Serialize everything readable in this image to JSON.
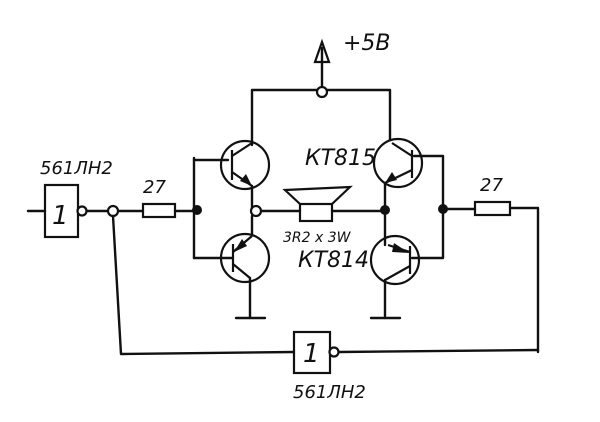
{
  "diagram": {
    "title": "Push-pull speaker driver schematic",
    "supply": {
      "label": "+5В"
    },
    "gates": [
      {
        "id": "gate-left",
        "symbol": "1",
        "part": "561ЛН2"
      },
      {
        "id": "gate-bottom",
        "symbol": "1",
        "part": "561ЛН2"
      }
    ],
    "resistors": [
      {
        "id": "resistor-left",
        "value": "27"
      },
      {
        "id": "resistor-right",
        "value": "27"
      }
    ],
    "transistors": {
      "npn_label": "КТ815",
      "pnp_label": "КТ814"
    },
    "speaker": {
      "label": "3R2 x 3W"
    }
  }
}
